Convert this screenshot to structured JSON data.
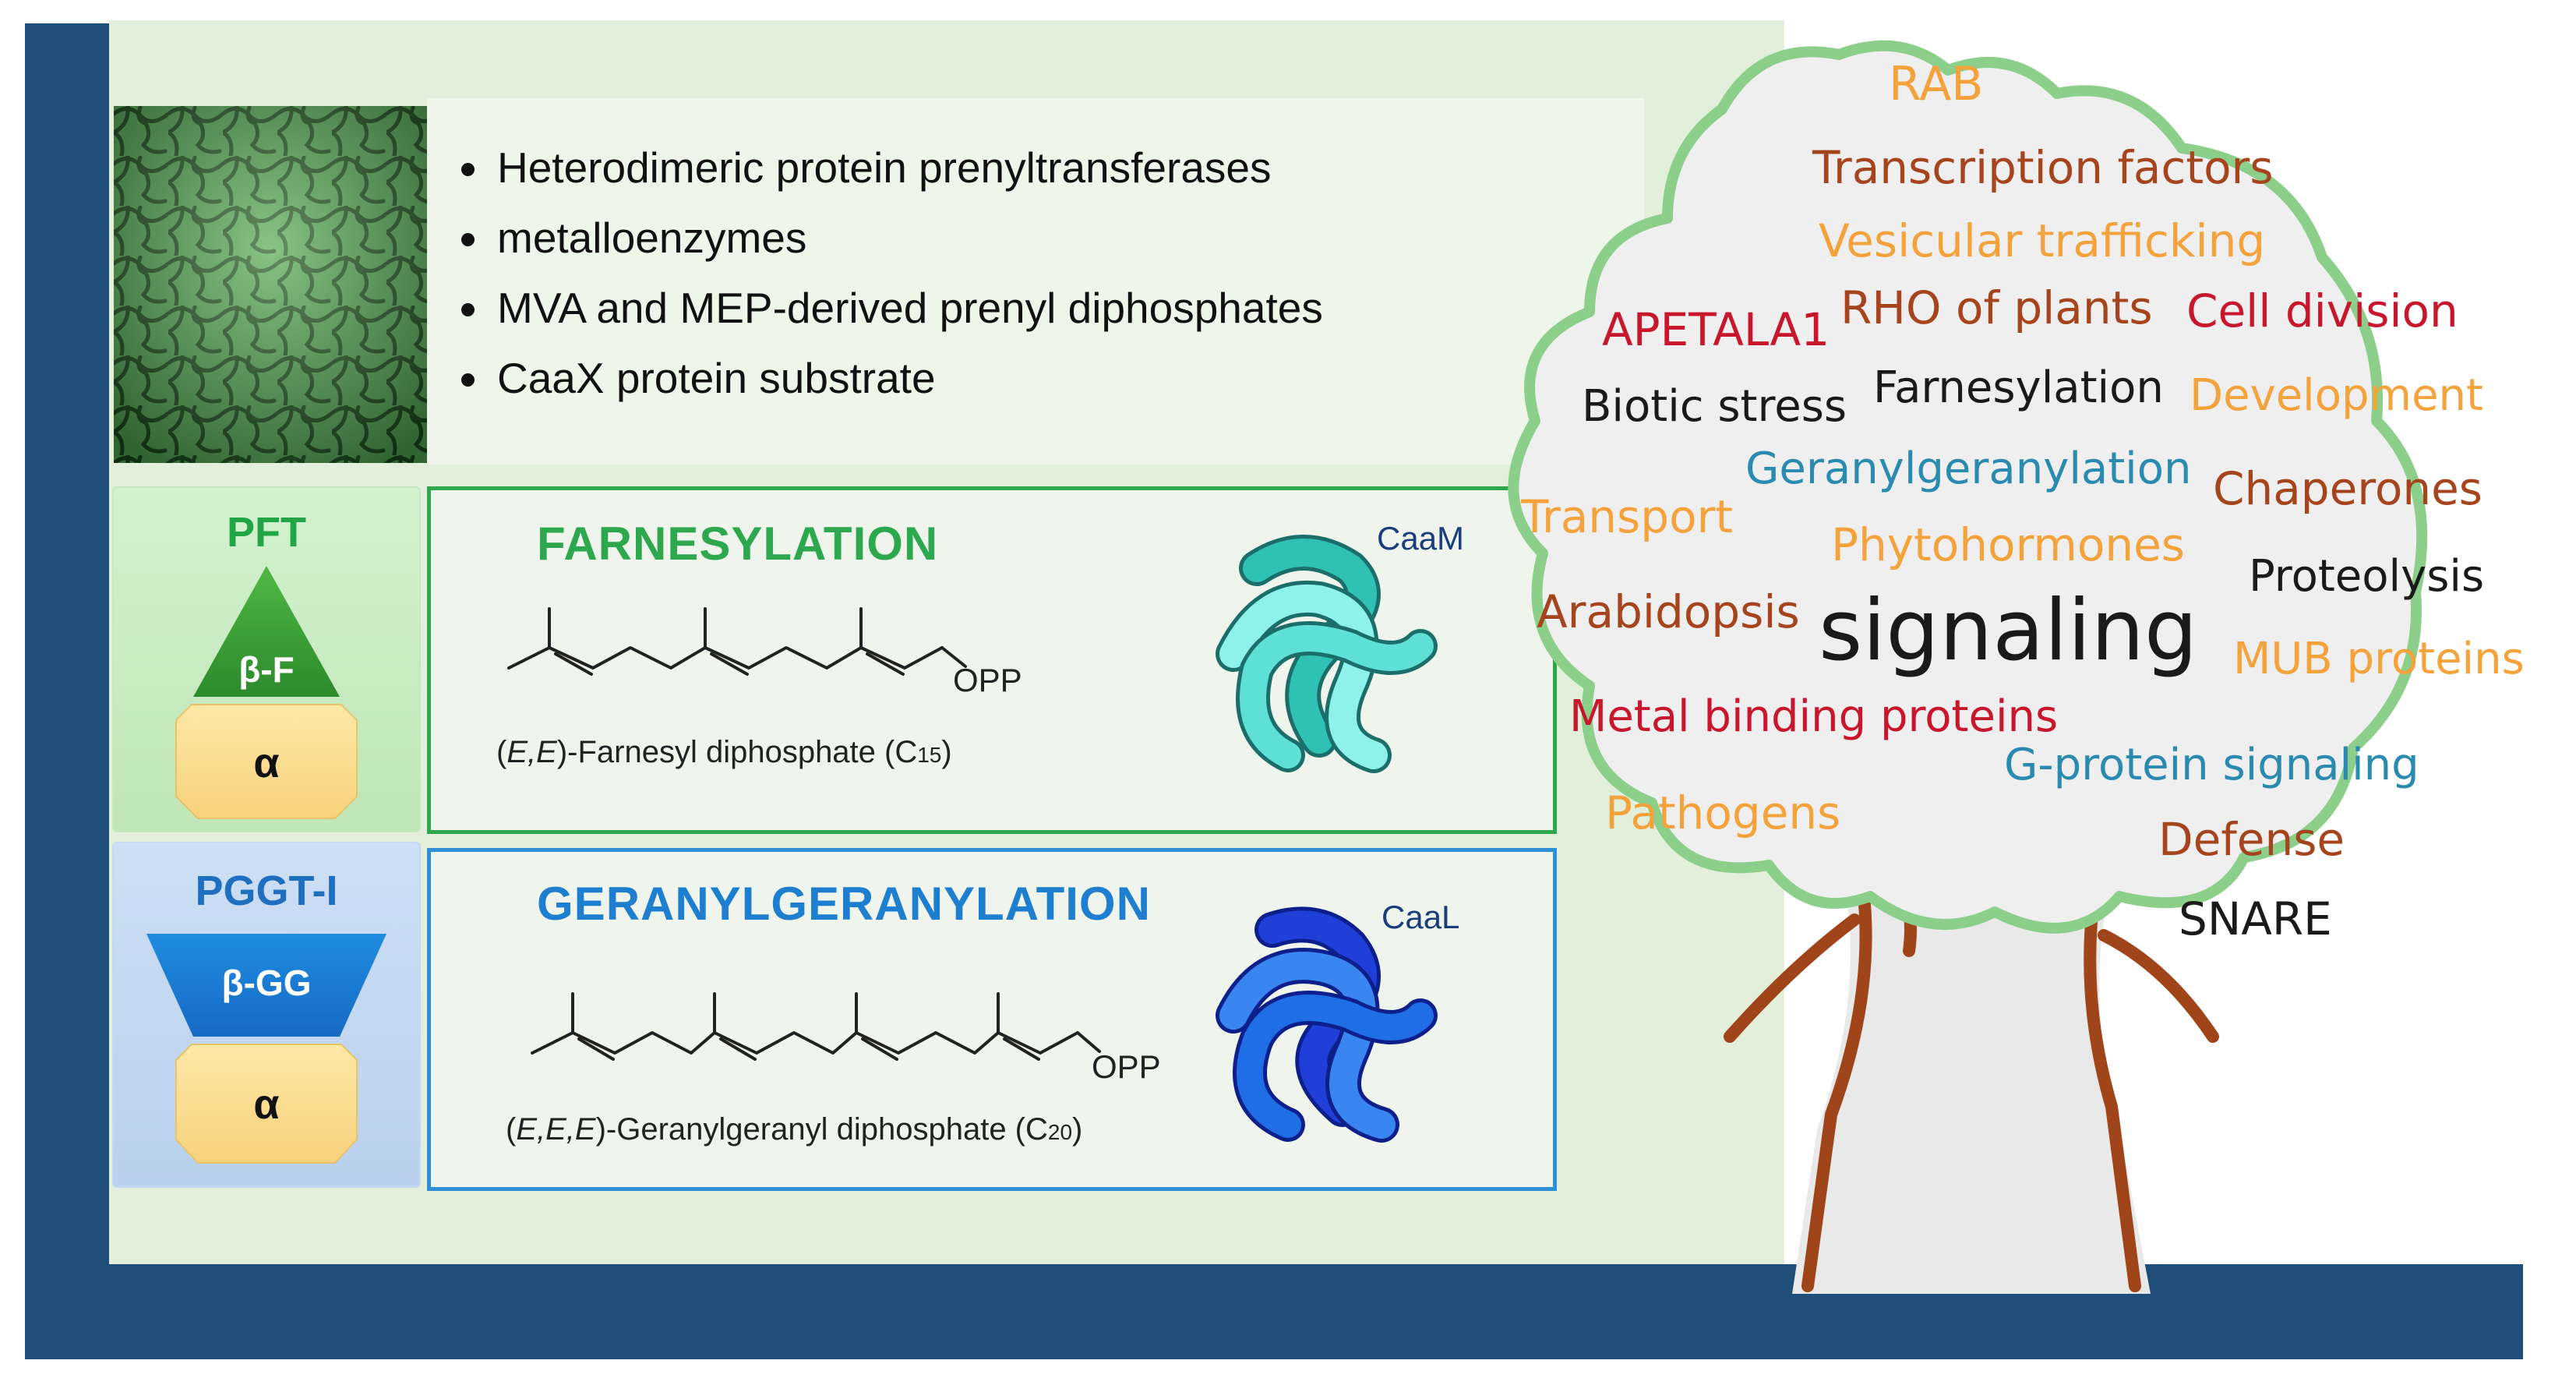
{
  "bullets": [
    "Heterodimeric protein prenyltransferases",
    "metalloenzymes",
    "MVA and MEP-derived prenyl diphosphates",
    "CaaX protein substrate"
  ],
  "pft": {
    "name": "PFT",
    "beta_label": "β-F",
    "alpha_label": "α",
    "reaction_title": "FARNESYLATION",
    "caption_prefix": "(",
    "caption_italic": "E,E",
    "caption_suffix": ")-Farnesyl diphosphate (C",
    "caption_sub": "15",
    "caption_end": ")",
    "opp_label": "OPP",
    "protein_label": "CaaM"
  },
  "pggt": {
    "name": "PGGT-I",
    "beta_label": "β-GG",
    "alpha_label": "α",
    "reaction_title": "GERANYLGERANYLATION",
    "caption_prefix": "(",
    "caption_italic": "E,E,E",
    "caption_suffix": ")-Geranylgeranyl diphosphate (C",
    "caption_sub": "20",
    "caption_end": ")",
    "opp_label": "OPP",
    "protein_label": "CaaL"
  },
  "colors": {
    "frame": "#1f4e78",
    "farnesylation": "#2ea84f",
    "geranylgeranylation": "#2e8fd6",
    "tree_outline": "#8ccf8a",
    "tree_trunk": "#a0441a",
    "cloud_orange": "#f4a23c",
    "cloud_brown": "#a5441d",
    "cloud_red": "#c8162c",
    "cloud_black": "#1a1a1a",
    "cloud_teal": "#2a8ab0"
  },
  "word_cloud": [
    {
      "text": "RAB",
      "color": "#f4a23c"
    },
    {
      "text": "Transcription factors",
      "color": "#a5441d"
    },
    {
      "text": "Vesicular trafficking",
      "color": "#f4a23c"
    },
    {
      "text": "APETALA1",
      "color": "#c8162c"
    },
    {
      "text": "RHO of plants",
      "color": "#a5441d"
    },
    {
      "text": "Cell division",
      "color": "#c8162c"
    },
    {
      "text": "Biotic stress",
      "color": "#1a1a1a"
    },
    {
      "text": "Farnesylation",
      "color": "#1a1a1a"
    },
    {
      "text": "Development",
      "color": "#f4a23c"
    },
    {
      "text": "Geranylgeranylation",
      "color": "#2a8ab0"
    },
    {
      "text": "Transport",
      "color": "#f4a23c"
    },
    {
      "text": "Chaperones",
      "color": "#a5441d"
    },
    {
      "text": "Phytohormones",
      "color": "#f4a23c"
    },
    {
      "text": "Proteolysis",
      "color": "#1a1a1a"
    },
    {
      "text": "Arabidopsis",
      "color": "#a5441d"
    },
    {
      "text": "signaling",
      "color": "#1a1a1a"
    },
    {
      "text": "MUB proteins",
      "color": "#f4a23c"
    },
    {
      "text": "Metal binding proteins",
      "color": "#c8162c"
    },
    {
      "text": "G-protein signaling",
      "color": "#2a8ab0"
    },
    {
      "text": "Pathogens",
      "color": "#f4a23c"
    },
    {
      "text": "Defense",
      "color": "#a5441d"
    },
    {
      "text": "SNARE",
      "color": "#1a1a1a"
    }
  ]
}
